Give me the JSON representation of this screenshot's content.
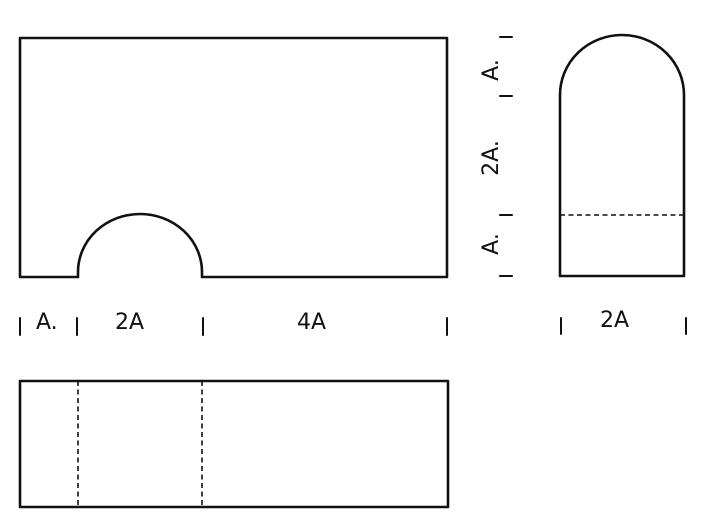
{
  "drawing": {
    "front_view": {
      "width_labels": [
        "A.",
        "2A",
        "4A"
      ],
      "height_labels": [
        "A.",
        "2A.",
        "A."
      ]
    },
    "side_view": {
      "width_label": "2A"
    }
  },
  "colors": {
    "line": "#111111",
    "background": "#ffffff"
  }
}
